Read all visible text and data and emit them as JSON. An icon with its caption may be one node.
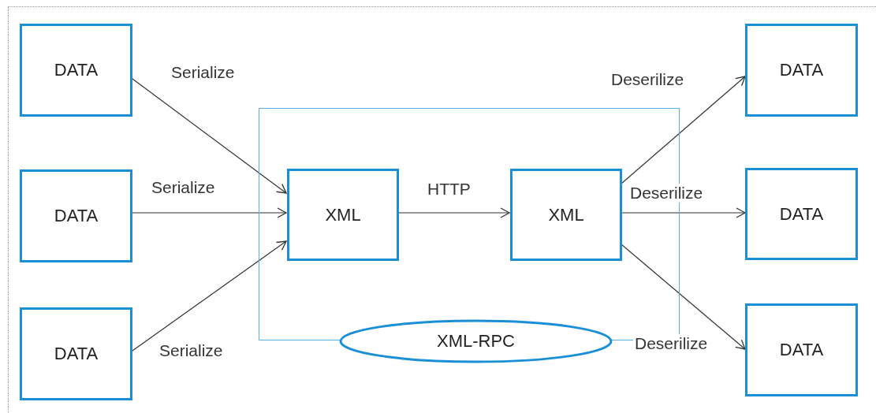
{
  "diagram": {
    "nodes": [
      {
        "text": [
          "DATA"
        ]
      },
      {
        "text": [
          "DATA"
        ]
      },
      {
        "text": [],
        "shape": "box"
      },
      {
        "text": [
          "DATA"
        ]
      },
      {
        "text": [
          "XML"
        ],
        "in": 2
      },
      {
        "text": [
          "XML"
        ],
        "in": 2
      },
      {
        "text": [
          "DATA"
        ]
      },
      {
        "text": [
          "DATA"
        ]
      },
      {
        "text": [
          "XML-RPC"
        ]
      },
      {
        "text": [
          "DATA"
        ]
      }
    ],
    "edges": [
      {
        "from": 0,
        "to": 4,
        "arrow": "to",
        "label": "Serialize"
      },
      {
        "from": 3,
        "to": 4,
        "arrow": "to",
        "label": "Serialize"
      },
      {
        "from": 7,
        "to": 4,
        "arrow": "to",
        "label": "Serialize"
      },
      {
        "from": 4,
        "to": 5,
        "arrow": "to",
        "label": "HTTP"
      },
      {
        "from": 5,
        "to": 1,
        "arrow": "to",
        "label": "Deserilize"
      },
      {
        "from": 5,
        "to": 6,
        "arrow": "to",
        "label": "Deserilize"
      },
      {
        "from": 5,
        "to": 9,
        "arrow": "to",
        "label": "Deserilize"
      }
    ]
  }
}
